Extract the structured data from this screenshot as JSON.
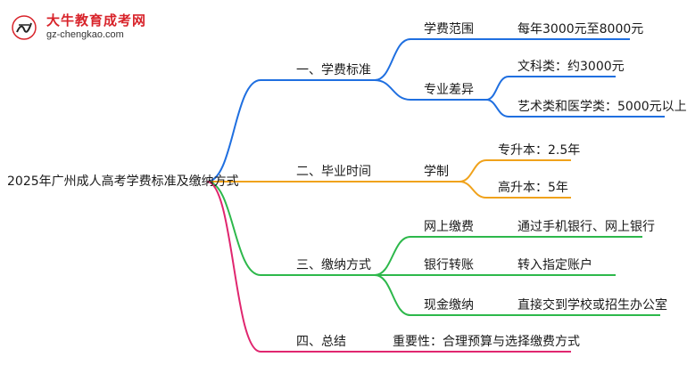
{
  "brand": {
    "title": "大牛教育成考网",
    "url": "gz-chengkao.com",
    "logo_glyph": "大牛"
  },
  "colors": {
    "blue": "#1f6fe0",
    "orange": "#f0a21b",
    "green": "#2db84b",
    "magenta": "#e0266f",
    "brand_red": "#d8232a"
  },
  "mindmap": {
    "root": "2025年广州成人高考学费标准及缴纳方式",
    "branches": [
      {
        "label": "一、学费标准",
        "children": [
          {
            "label": "学费范围",
            "leaves": [
              "每年3000元至8000元"
            ]
          },
          {
            "label": "专业差异",
            "leaves": [
              "文科类：约3000元",
              "艺术类和医学类：5000元以上"
            ]
          }
        ]
      },
      {
        "label": "二、毕业时间",
        "children": [
          {
            "label": "学制",
            "leaves": [
              "专升本：2.5年",
              "高升本：5年"
            ]
          }
        ]
      },
      {
        "label": "三、缴纳方式",
        "children": [
          {
            "label": "网上缴费",
            "leaves": [
              "通过手机银行、网上银行"
            ]
          },
          {
            "label": "银行转账",
            "leaves": [
              "转入指定账户"
            ]
          },
          {
            "label": "现金缴纳",
            "leaves": [
              "直接交到学校或招生办公室"
            ]
          }
        ]
      },
      {
        "label": "四、总结",
        "children": [
          {
            "label": "重要性：合理预算与选择缴费方式",
            "leaves": []
          }
        ]
      }
    ]
  }
}
